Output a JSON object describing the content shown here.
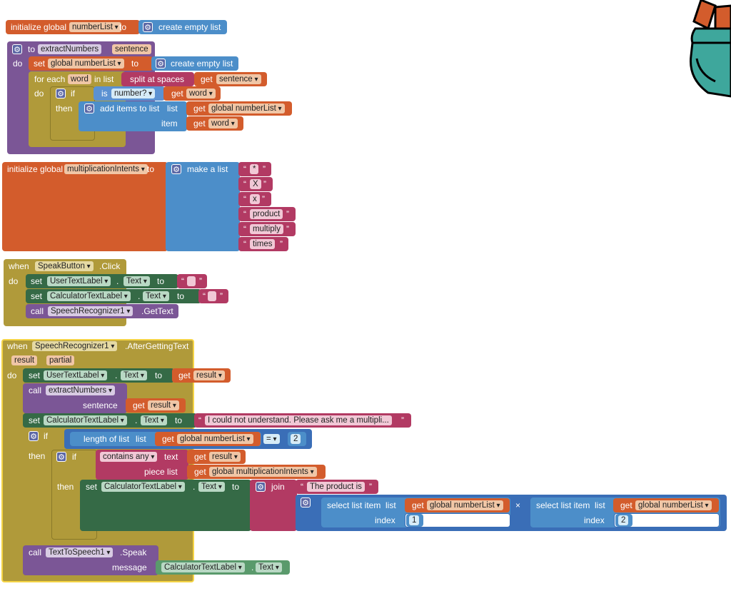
{
  "blocks": {
    "init_numberlist": {
      "initialize_global": "initialize global",
      "name": "numberList",
      "to": "to",
      "create_empty": "create empty list"
    },
    "proc": {
      "to": "to",
      "name": "extractNumbers",
      "param": "sentence",
      "do": "do",
      "set": "set",
      "var": "global numberList",
      "to2": "to",
      "create_empty": "create empty list",
      "for_each": "for each",
      "item_var": "word",
      "in_list": "in list",
      "split": "split at spaces",
      "get": "get",
      "get_var": "sentence",
      "do2": "do",
      "if": "if",
      "is": "is",
      "number_op": "number?",
      "get2": "get",
      "get_var2": "word",
      "then": "then",
      "add_items": "add items to list",
      "list": "list",
      "get3": "get",
      "get_var3": "global numberList",
      "item": "item",
      "get4": "get",
      "get_var4": "word"
    },
    "init_mult": {
      "initialize_global": "initialize global",
      "name": "multiplicationIntents",
      "to": "to",
      "make_list": "make a list",
      "items": [
        "*",
        "X",
        "x",
        "product",
        "multiply",
        "times"
      ]
    },
    "when_click": {
      "when": "when",
      "component": "SpeakButton",
      "event": ".Click",
      "do": "do",
      "set1": "set",
      "comp1": "UserTextLabel",
      "prop1": "Text",
      "to1": "to",
      "set2": "set",
      "comp2": "CalculatorTextLabel",
      "prop2": "Text",
      "to2": "to",
      "call": "call",
      "comp3": "SpeechRecognizer1",
      "method": ".GetText"
    },
    "when_speech": {
      "when": "when",
      "component": "SpeechRecognizer1",
      "event": ".AfterGettingText",
      "param1": "result",
      "param2": "partial",
      "do": "do",
      "set1": "set",
      "comp1": "UserTextLabel",
      "prop1": "Text",
      "to1": "to",
      "get1": "get",
      "get_var1": "result",
      "call1": "call",
      "proc": "extractNumbers",
      "sentence": "sentence",
      "get2": "get",
      "get_var2": "result",
      "set2": "set",
      "comp2": "CalculatorTextLabel",
      "prop2": "Text",
      "to2": "to",
      "msg": "I could not understand. Please ask me a multipli...",
      "if": "if",
      "length": "length of list",
      "list": "list",
      "get3": "get",
      "get_var3": "global numberList",
      "op": "=",
      "num": "2",
      "then": "then",
      "if2": "if",
      "contains": "contains any",
      "text": "text",
      "get4": "get",
      "get_var4": "result",
      "piece": "piece list",
      "get5": "get",
      "get_var5": "global multiplicationIntents",
      "then2": "then",
      "set3": "set",
      "comp3": "CalculatorTextLabel",
      "prop3": "Text",
      "to3": "to",
      "join": "join",
      "product_is": "The product is",
      "select1": "select list item",
      "list1": "list",
      "get6": "get",
      "get_var6": "global numberList",
      "index1": "index",
      "idx1": "1",
      "times": "×",
      "select2": "select list item",
      "list2": "list",
      "get7": "get",
      "get_var7": "global numberList",
      "index2": "index",
      "idx2": "2",
      "call2": "call",
      "comp4": "TextToSpeech1",
      "method2": ".Speak",
      "message": "message",
      "comp5": "CalculatorTextLabel",
      "prop5": "Text"
    }
  },
  "colors": {
    "variables": "#d35c2c",
    "procedures": "#7b5696",
    "lists": "#4c8ec9",
    "control": "#b09a3a",
    "components": "#356a46",
    "text": "#b23a63",
    "logic": "#5b67a5"
  }
}
